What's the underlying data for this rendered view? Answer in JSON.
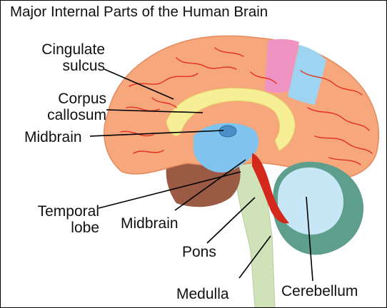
{
  "title": "Major Internal Parts of the Human Brain",
  "labels": {
    "cingulate_sulcus": [
      "Cingulate",
      "sulcus"
    ],
    "corpus_callosum": [
      "Corpus",
      "callosum"
    ],
    "midbrain_upper": "Midbrain",
    "temporal_lobe": [
      "Temporal",
      "lobe"
    ],
    "midbrain_lower": "Midbrain",
    "pons": "Pons",
    "medulla": "Medulla",
    "cerebellum": "Cerebellum"
  },
  "colors": {
    "cortex": "#f7a77c",
    "vessels": "#e4301e",
    "corpus_callosum": "#f7ef96",
    "midbrain": "#7fc3ee",
    "motor_strip": "#ef93c2",
    "sensory_strip": "#9fd3f2",
    "temporal_lobe": "#9a5a44",
    "brainstem": "#cfe2b8",
    "cerebellum_inner": "#c7e6f6",
    "cerebellum_outer": "#5d9e8c",
    "fourth_ventricle": "#d4281c"
  }
}
